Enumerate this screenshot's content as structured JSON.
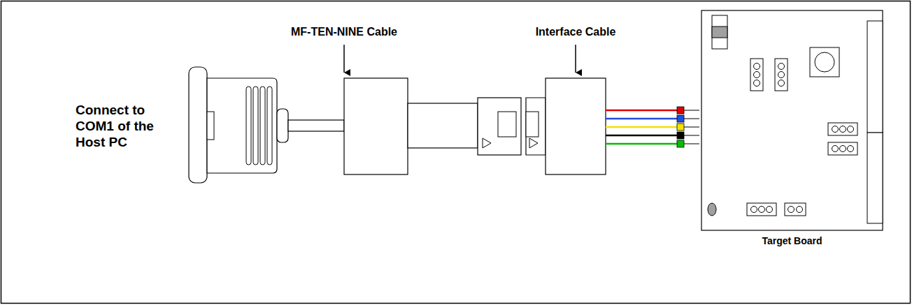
{
  "diagram": {
    "nodes": [
      {
        "text": [
          "Target Board"
        ]
      }
    ],
    "labels": [
      "MF-TEN-NINE Cable",
      "Interface Cable",
      "Connect to COM1 of the Host PC"
    ]
  }
}
